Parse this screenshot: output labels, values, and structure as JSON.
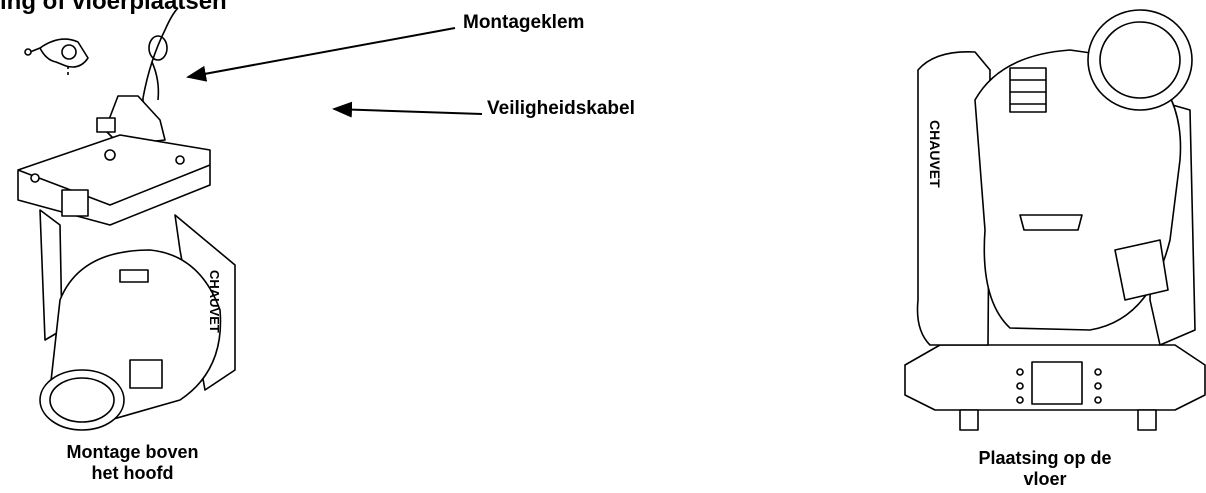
{
  "heading": "ing of vloerplaatsen",
  "callouts": {
    "clamp": "Montageklem",
    "cable": "Veiligheidskabel"
  },
  "captions": {
    "overhead_line1": "Montage boven",
    "overhead_line2": "het hoofd",
    "floor_line1": "Plaatsing op de",
    "floor_line2": "vloer"
  },
  "logo_text": "CHAUVET"
}
